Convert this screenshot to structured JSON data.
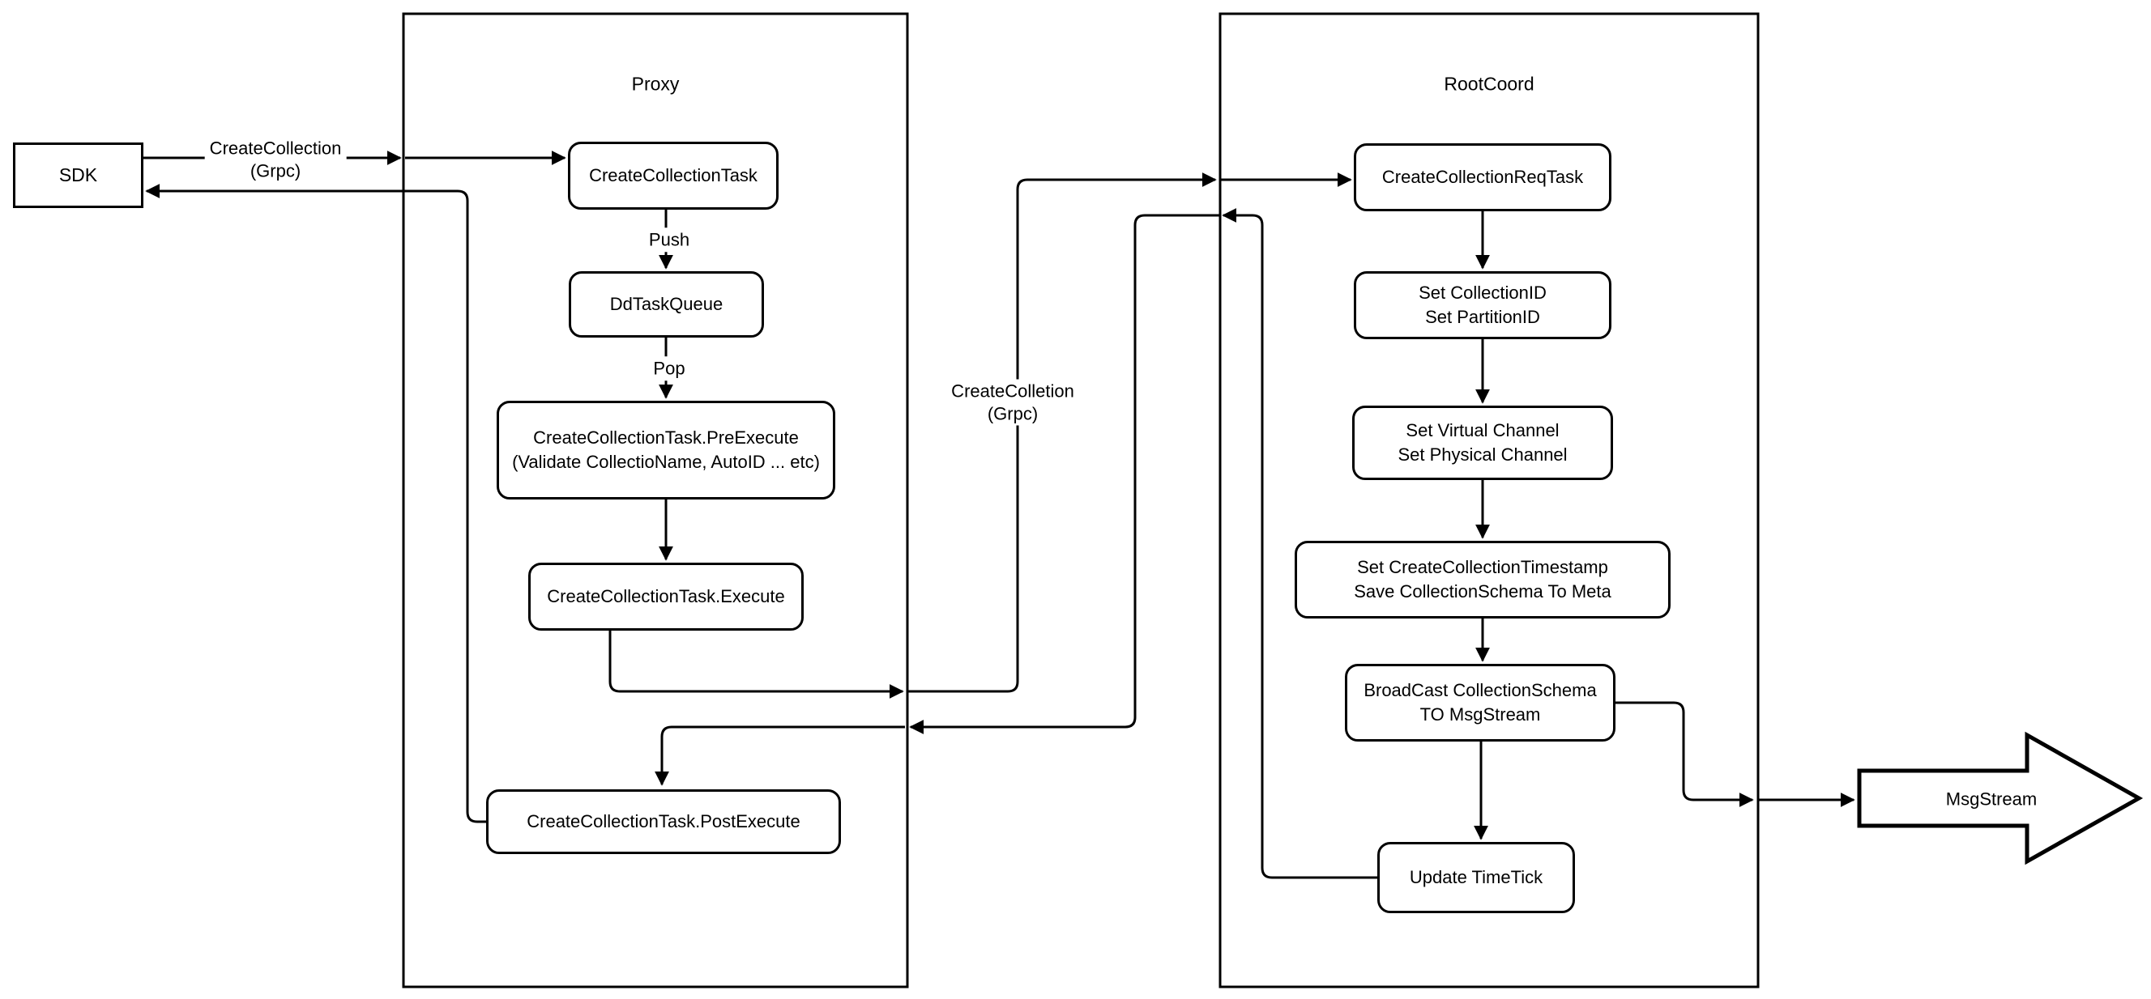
{
  "diagram": {
    "sdk": {
      "label": "SDK"
    },
    "proxy": {
      "title": "Proxy",
      "nodes": {
        "task": "CreateCollectionTask",
        "queue": "DdTaskQueue",
        "pre": "CreateCollectionTask.PreExecute\n(Validate CollectioName, AutoID ... etc)",
        "exec": "CreateCollectionTask.Execute",
        "post": "CreateCollectionTask.PostExecute"
      }
    },
    "rootcoord": {
      "title": "RootCoord",
      "nodes": {
        "req": "CreateCollectionReqTask",
        "ids": "Set CollectionID\nSet PartitionID",
        "channels": "Set Virtual Channel\nSet Physical Channel",
        "timestamp": "Set CreateCollectionTimestamp\nSave CollectionSchema To Meta",
        "broadcast": "BroadCast CollectionSchema\nTO MsgStream",
        "timetick": "Update TimeTick"
      }
    },
    "labels": {
      "grpc_request": "CreateCollection\n(Grpc)",
      "grpc_internal": "CreateColletion\n(Grpc)",
      "push": "Push",
      "pop": "Pop"
    },
    "msgstream": {
      "label": "MsgStream"
    },
    "colors": {
      "line": "#000000",
      "background": "#ffffff"
    }
  }
}
